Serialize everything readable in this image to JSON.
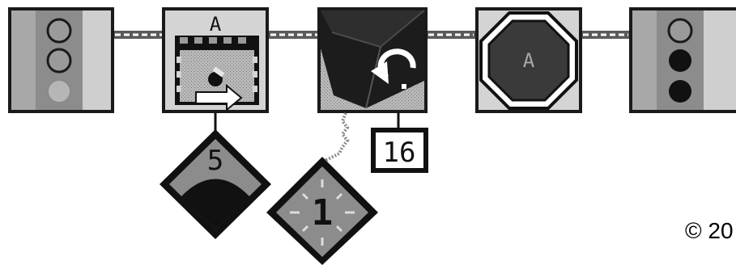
{
  "blocks": {
    "start_light": {
      "icon": "traffic-light-top-lit-icon"
    },
    "motor": {
      "port_label": "A",
      "icon": "motor-rotate-right-icon"
    },
    "rotation_sensor": {
      "icon": "rotation-sensor-icon"
    },
    "stop": {
      "port_label": "A",
      "icon": "stop-octagon-icon"
    },
    "end_light": {
      "icon": "traffic-light-bottom-lit-icon"
    }
  },
  "parameters": {
    "power": {
      "value": "5",
      "icon": "power-gauge-icon"
    },
    "sensor_port": {
      "value": "1",
      "icon": "sensor-port-icon"
    },
    "rotation_count": {
      "value": "16"
    }
  },
  "footer": {
    "copyright": "© 20"
  }
}
